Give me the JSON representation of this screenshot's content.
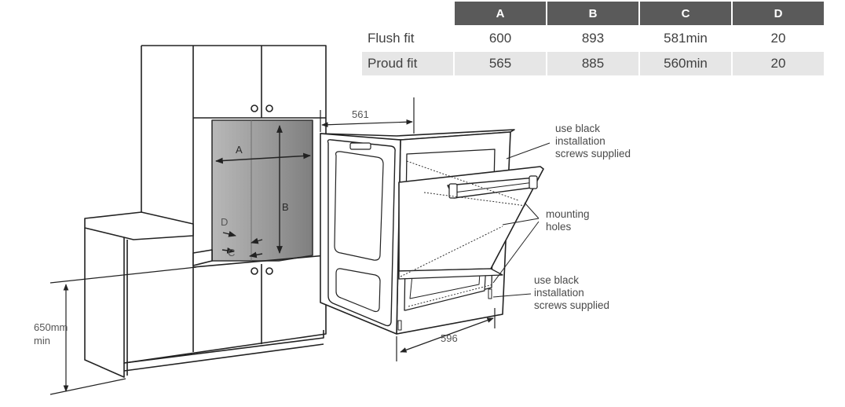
{
  "table": {
    "headers": [
      "A",
      "B",
      "C",
      "D"
    ],
    "rows": [
      {
        "label": "Flush fit",
        "values": [
          "600",
          "893",
          "581min",
          "20"
        ]
      },
      {
        "label": "Proud fit",
        "values": [
          "565",
          "885",
          "560min",
          "20"
        ]
      }
    ]
  },
  "labels": {
    "dim_561": "561",
    "dim_596": "596",
    "height_line1": "650mm",
    "height_line2": "min",
    "letter_a": "A",
    "letter_b": "B",
    "letter_c": "C",
    "letter_d": "D",
    "screws_top": "use black\ninstallation\nscrews supplied",
    "mounting": "mounting\nholes",
    "screws_bottom": "use black\ninstallation\nscrews supplied"
  }
}
